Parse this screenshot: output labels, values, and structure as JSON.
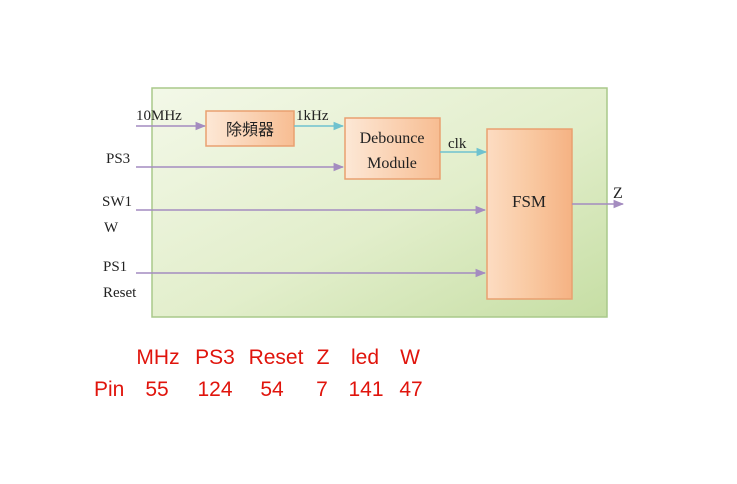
{
  "inputs": {
    "clock": "10MHz",
    "ps3": "PS3",
    "sw1": "SW1",
    "w": "W",
    "ps1": "PS1",
    "reset": "Reset"
  },
  "signals": {
    "divided_clock": "1kHz",
    "clk": "clk",
    "output": "Z"
  },
  "blocks": {
    "divider": "除頻器",
    "debounce_line1": "Debounce",
    "debounce_line2": "Module",
    "fsm": "FSM"
  },
  "pin_table": {
    "headers": [
      "MHz",
      "PS3",
      "Reset",
      "Z",
      "led",
      "W"
    ],
    "row_label": "Pin",
    "values": [
      "55",
      "124",
      "54",
      "7",
      "141",
      "47"
    ]
  },
  "colors": {
    "panel_gradient": [
      "#eef5df",
      "#c9e0a8"
    ],
    "panel_border": "#a9c98a",
    "block_fill": [
      "#fde2cc",
      "#f6b98d"
    ],
    "block_border": "#e9a070",
    "arrow_purple": "#a48cc0",
    "arrow_teal": "#6fc2cf",
    "pin_text": "#e0140c"
  }
}
